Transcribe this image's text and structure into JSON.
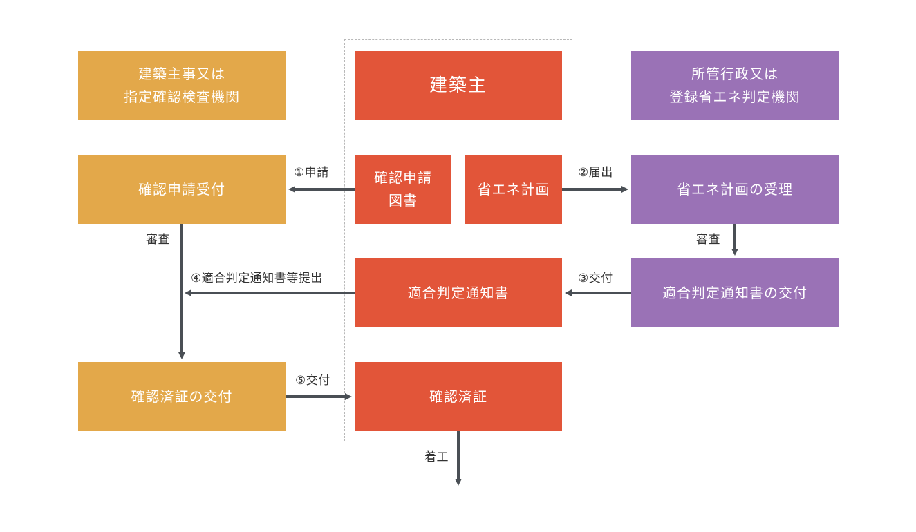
{
  "boxes": {
    "org_left_header": "建築主事又は\n指定確認検査機関",
    "owner_header": "建築主",
    "org_right_header": "所管行政又は\n登録省エネ判定機関",
    "confirm_app_receipt": "確認申請受付",
    "confirm_app_docs": "確認申請\n図書",
    "energy_plan": "省エネ計画",
    "energy_plan_receipt": "省エネ計画の受理",
    "conformity_notice": "適合判定通知書",
    "conformity_notice_issue": "適合判定通知書の交付",
    "confirm_cert_issue": "確認済証の交付",
    "confirm_cert": "確認済証"
  },
  "labels": {
    "step1": "①申請",
    "step2": "②届出",
    "step3": "③交付",
    "step4": "④適合判定通知書等提出",
    "step5": "⑤交付",
    "review_left": "審査",
    "review_right": "審査",
    "start_construction": "着工"
  },
  "colors": {
    "orange": "#e3a84a",
    "red": "#e25539",
    "purple": "#9a72b6",
    "arrow": "#4a4f55",
    "dashed_border": "#b8b8b8"
  }
}
